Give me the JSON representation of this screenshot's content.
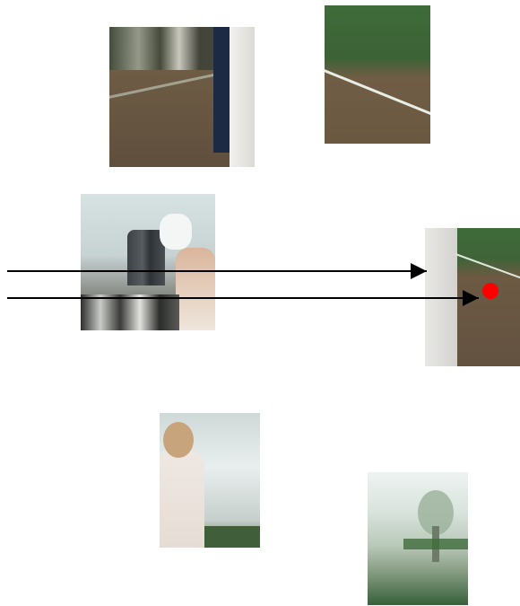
{
  "figure": {
    "patches": [
      {
        "name": "patch-floor-dress",
        "kind": "image-crop"
      },
      {
        "name": "patch-grass-floor",
        "kind": "image-crop"
      },
      {
        "name": "patch-tent-interior",
        "kind": "image-crop"
      },
      {
        "name": "patch-target",
        "kind": "image-crop"
      },
      {
        "name": "patch-bride-back",
        "kind": "image-crop"
      },
      {
        "name": "patch-outdoor",
        "kind": "image-crop"
      }
    ],
    "arrows": [
      {
        "from": "patch-tent-interior",
        "to": "patch-target"
      },
      {
        "from": "patch-tent-interior",
        "to": "patch-target"
      }
    ],
    "marker": {
      "shape": "dot",
      "color": "#ff0000"
    },
    "colors": {
      "arrow": "#000000",
      "background": "#ffffff"
    }
  }
}
